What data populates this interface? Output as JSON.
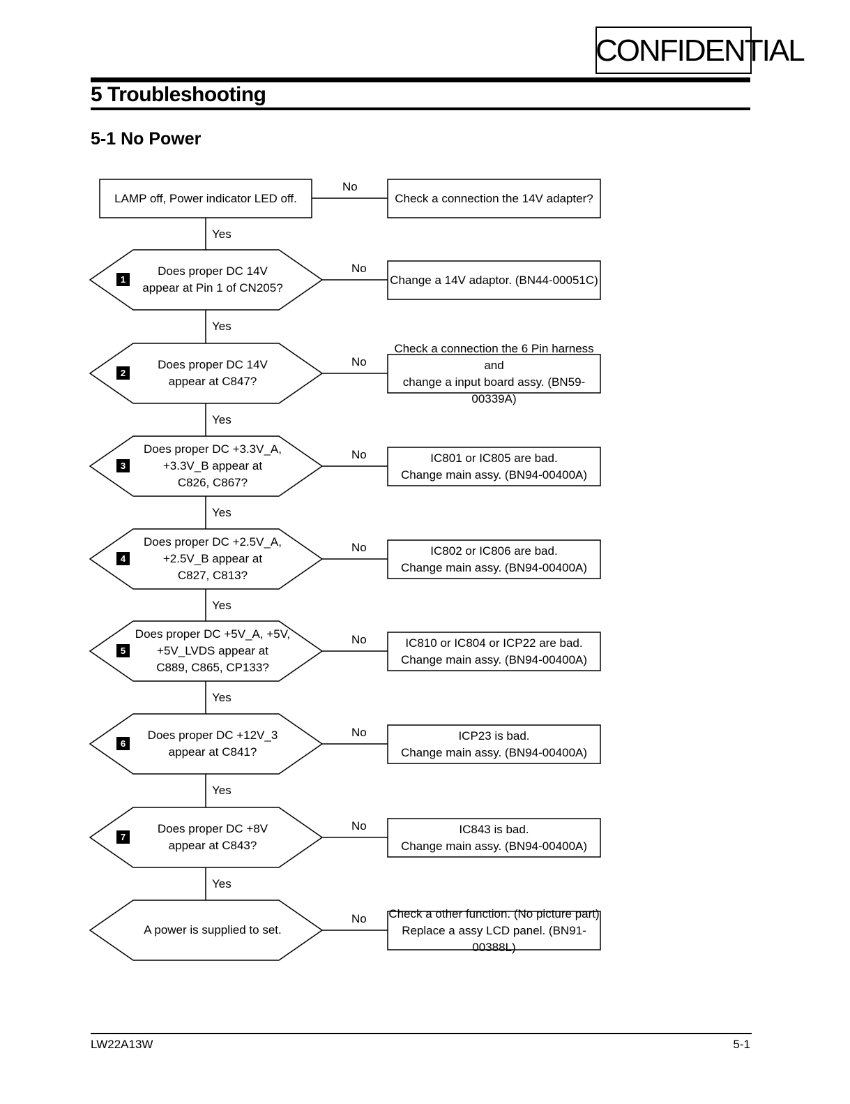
{
  "header": {
    "stamp": "CONFIDENTIAL",
    "section_title": "5 Troubleshooting",
    "sub_title": "5-1 No Power"
  },
  "flow": {
    "start": {
      "text": "LAMP off, Power indicator LED off.",
      "no_label": "No",
      "no_result": "Check a connection the 14V adapter?",
      "yes_label": "Yes"
    },
    "steps": [
      {
        "badge": "1",
        "question": "Does proper DC 14V\nappear at Pin 1 of CN205?",
        "no_label": "No",
        "no_result": "Change a 14V adaptor. (BN44-00051C)",
        "yes_label": "Yes"
      },
      {
        "badge": "2",
        "question": "Does proper DC 14V\nappear at C847?",
        "no_label": "No",
        "no_result": "Check a connection the 6 Pin harness and\nchange a input board assy. (BN59-00339A)",
        "yes_label": "Yes"
      },
      {
        "badge": "3",
        "question": "Does proper DC +3.3V_A,\n+3.3V_B appear at\nC826, C867?",
        "no_label": "No",
        "no_result": "IC801 or IC805 are bad.\nChange main assy. (BN94-00400A)",
        "yes_label": "Yes"
      },
      {
        "badge": "4",
        "question": "Does proper DC +2.5V_A,\n+2.5V_B appear at\nC827, C813?",
        "no_label": "No",
        "no_result": "IC802 or IC806 are bad.\nChange main assy. (BN94-00400A)",
        "yes_label": "Yes"
      },
      {
        "badge": "5",
        "question": "Does proper DC +5V_A, +5V,\n+5V_LVDS appear at\nC889, C865, CP133?",
        "no_label": "No",
        "no_result": "IC810 or IC804 or ICP22 are bad.\nChange main assy. (BN94-00400A)",
        "yes_label": "Yes"
      },
      {
        "badge": "6",
        "question": "Does proper DC +12V_3\nappear at C841?",
        "no_label": "No",
        "no_result": "ICP23 is bad.\nChange main assy. (BN94-00400A)",
        "yes_label": "Yes"
      },
      {
        "badge": "7",
        "question": "Does proper DC +8V\nappear at C843?",
        "no_label": "No",
        "no_result": "IC843 is bad.\nChange main assy. (BN94-00400A)",
        "yes_label": "Yes"
      },
      {
        "badge": "",
        "question": "A power is supplied to set.",
        "no_label": "No",
        "no_result": "Check a other function. (No picture part)\nReplace a assy LCD panel. (BN91-00388L)",
        "yes_label": ""
      }
    ]
  },
  "footer": {
    "model": "LW22A13W",
    "page": "5-1"
  }
}
